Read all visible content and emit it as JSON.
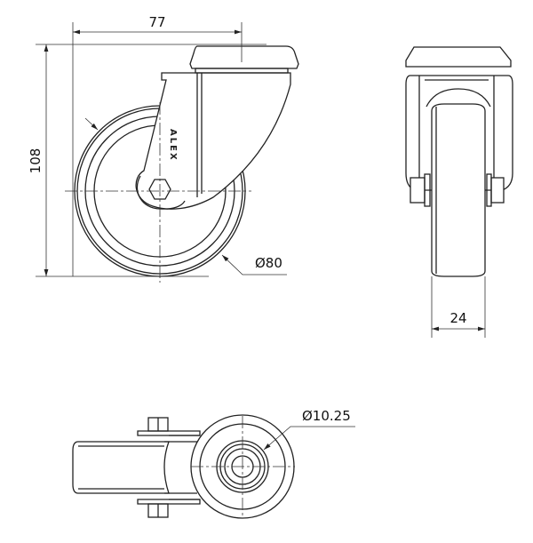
{
  "drawing": {
    "front_view": {
      "width_dim": "77",
      "height_dim": "108",
      "wheel_diameter": "Ø80",
      "logo": "ALEX"
    },
    "side_view": {
      "wheel_width_dim": "24"
    },
    "bottom_view": {
      "bore_diameter": "Ø10.25"
    },
    "line_color": "#222222"
  }
}
